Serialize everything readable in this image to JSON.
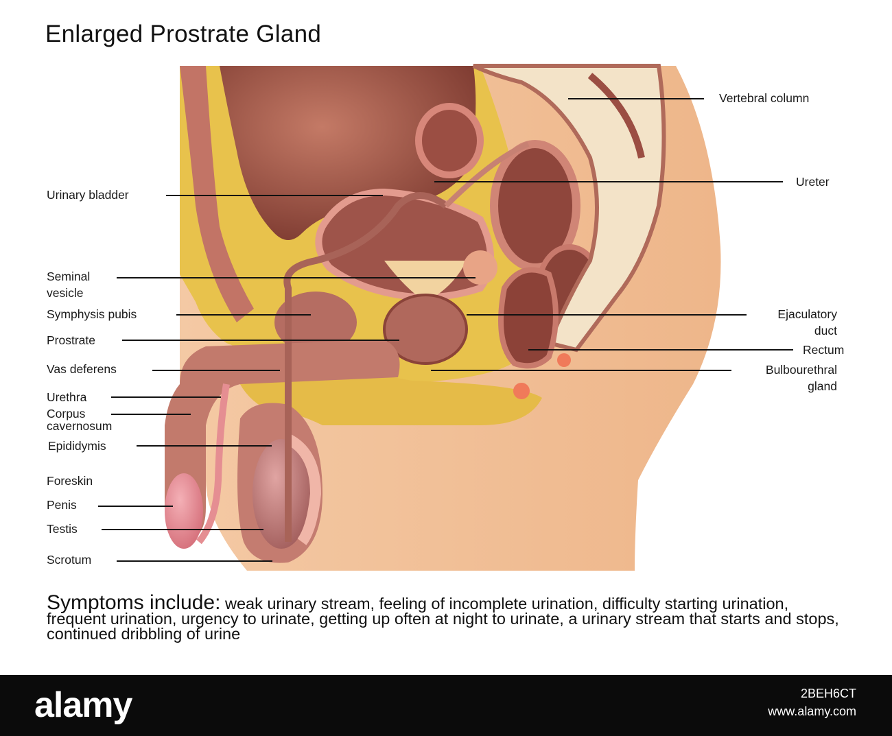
{
  "title": "Enlarged Prostrate Gland",
  "labels": {
    "vertebral_column": "Vertebral column",
    "ureter": "Ureter",
    "urinary_bladder": "Urinary bladder",
    "seminal_vesicle_1": "Seminal",
    "seminal_vesicle_2": "vesicle",
    "symphysis_pubis": "Symphysis pubis",
    "prostrate": "Prostrate",
    "vas_deferens": "Vas deferens",
    "urethra": "Urethra",
    "corpus_cavernosum_1": "Corpus",
    "corpus_cavernosum_2": "cavernosum",
    "epididymis": "Epididymis",
    "foreskin": "Foreskin",
    "penis": "Penis",
    "testis": "Testis",
    "scrotum": "Scrotum",
    "ejaculatory_duct_1": "Ejaculatory",
    "ejaculatory_duct_2": "duct",
    "rectum": "Rectum",
    "bulbourethral_gland_1": "Bulbourethral",
    "bulbourethral_gland_2": "gland"
  },
  "symptoms": {
    "lead": "Symptoms include:",
    "text": " weak urinary stream, feeling of incomplete urination, difficulty starting urination, frequent urination, urgency to urinate, getting up often at night to urinate, a urinary stream that starts and stops, continued dribbling of urine"
  },
  "footer": {
    "brand": "alamy",
    "image_id": "2BEH6CT",
    "site": "www.alamy.com"
  },
  "colors": {
    "skin": "#f2c29b",
    "fat": "#e8c24c",
    "organ": "#a45c4c",
    "organ_dark": "#7a3a32",
    "bone": "#f3e3c8",
    "pink": "#e58e92"
  }
}
